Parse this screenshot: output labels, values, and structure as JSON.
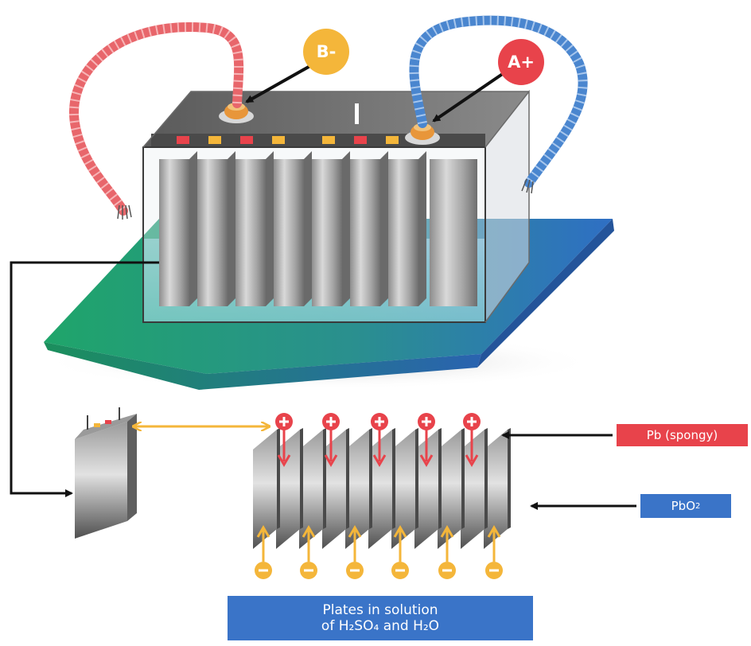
{
  "labels": {
    "negative_terminal": "B-",
    "positive_terminal": "A+",
    "spongy_lead": "Pb (spongy)",
    "lead_dioxide": "PbO",
    "lead_dioxide_subscript": "2",
    "caption_line1": "Plates in solution",
    "caption_line2": "of H₂SO₄ and H₂O"
  },
  "colors": {
    "negative_badge": "#f4b63a",
    "positive_badge": "#e8434b",
    "cable_red": "#e8666b",
    "cable_blue": "#4a86cf",
    "base_green": "#1fa56a",
    "base_blue": "#2f6fc4",
    "pointer_orange": "#f4b63a",
    "tag_red": "#e8434b",
    "tag_blue": "#3a74c8"
  },
  "icons": {
    "plus_marker": "plus-circle-icon",
    "minus_marker": "minus-circle-icon"
  },
  "plate_set": {
    "positive_markers": 5,
    "negative_markers": 6
  }
}
